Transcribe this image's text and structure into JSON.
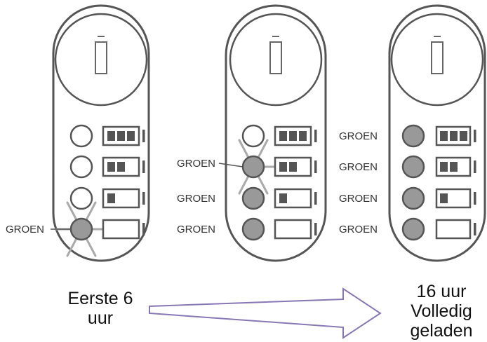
{
  "status_label": "GROEN",
  "colors": {
    "device_outline": "#555555",
    "led_on": "#999999",
    "led_off": "#ffffff",
    "flash": "#aaaaaa",
    "arrow": "#8877b5"
  },
  "icons": [
    "battery-icon",
    "battery-level-icon",
    "led-indicator-icon",
    "flash-rays-icon",
    "arrow-right-icon"
  ],
  "devices": [
    {
      "name": "device-1",
      "leds_lit": [
        false,
        false,
        false,
        true
      ],
      "flashing_led": 4,
      "labels": [
        "",
        "",
        "",
        "GROEN"
      ]
    },
    {
      "name": "device-2",
      "leds_lit": [
        false,
        true,
        true,
        true
      ],
      "flashing_led": 2,
      "labels": [
        "",
        "GROEN",
        "GROEN",
        "GROEN"
      ]
    },
    {
      "name": "device-3",
      "leds_lit": [
        true,
        true,
        true,
        true
      ],
      "flashing_led": null,
      "labels": [
        "GROEN",
        "GROEN",
        "GROEN",
        "GROEN"
      ]
    }
  ],
  "captions": {
    "start": "Eerste 6 uur",
    "end": "16 uur Volledig geladen"
  }
}
